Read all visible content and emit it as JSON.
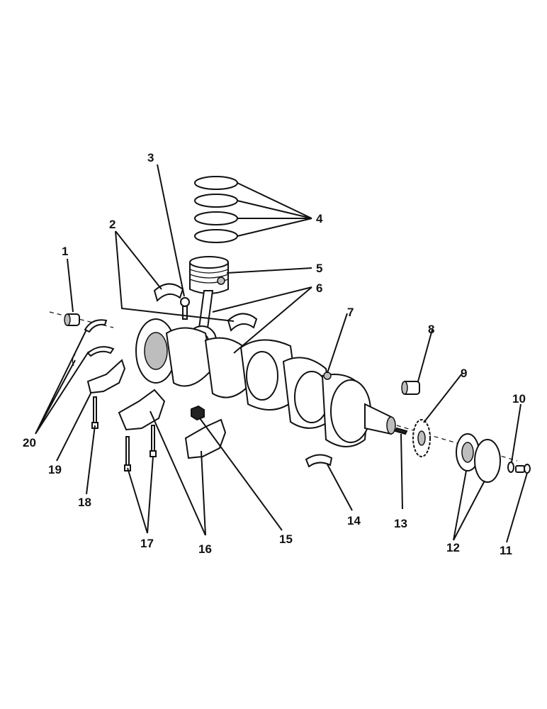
{
  "diagram": {
    "callouts": [
      {
        "id": "c1",
        "text": "1"
      },
      {
        "id": "c2",
        "text": "2"
      },
      {
        "id": "c3",
        "text": "3"
      },
      {
        "id": "c4",
        "text": "4"
      },
      {
        "id": "c5",
        "text": "5"
      },
      {
        "id": "c6",
        "text": "6"
      },
      {
        "id": "c7",
        "text": "7"
      },
      {
        "id": "c8",
        "text": "8"
      },
      {
        "id": "c9",
        "text": "9"
      },
      {
        "id": "c10",
        "text": "10"
      },
      {
        "id": "c11",
        "text": "11"
      },
      {
        "id": "c12",
        "text": "12"
      },
      {
        "id": "c13",
        "text": "13"
      },
      {
        "id": "c14",
        "text": "14"
      },
      {
        "id": "c15",
        "text": "15"
      },
      {
        "id": "c16",
        "text": "16"
      },
      {
        "id": "c17",
        "text": "17"
      },
      {
        "id": "c18",
        "text": "18"
      },
      {
        "id": "c19",
        "text": "19"
      },
      {
        "id": "c20",
        "text": "20"
      }
    ],
    "colors": {
      "ink": "#111111",
      "background": "#ffffff",
      "shade": "#bdbdbd"
    }
  }
}
